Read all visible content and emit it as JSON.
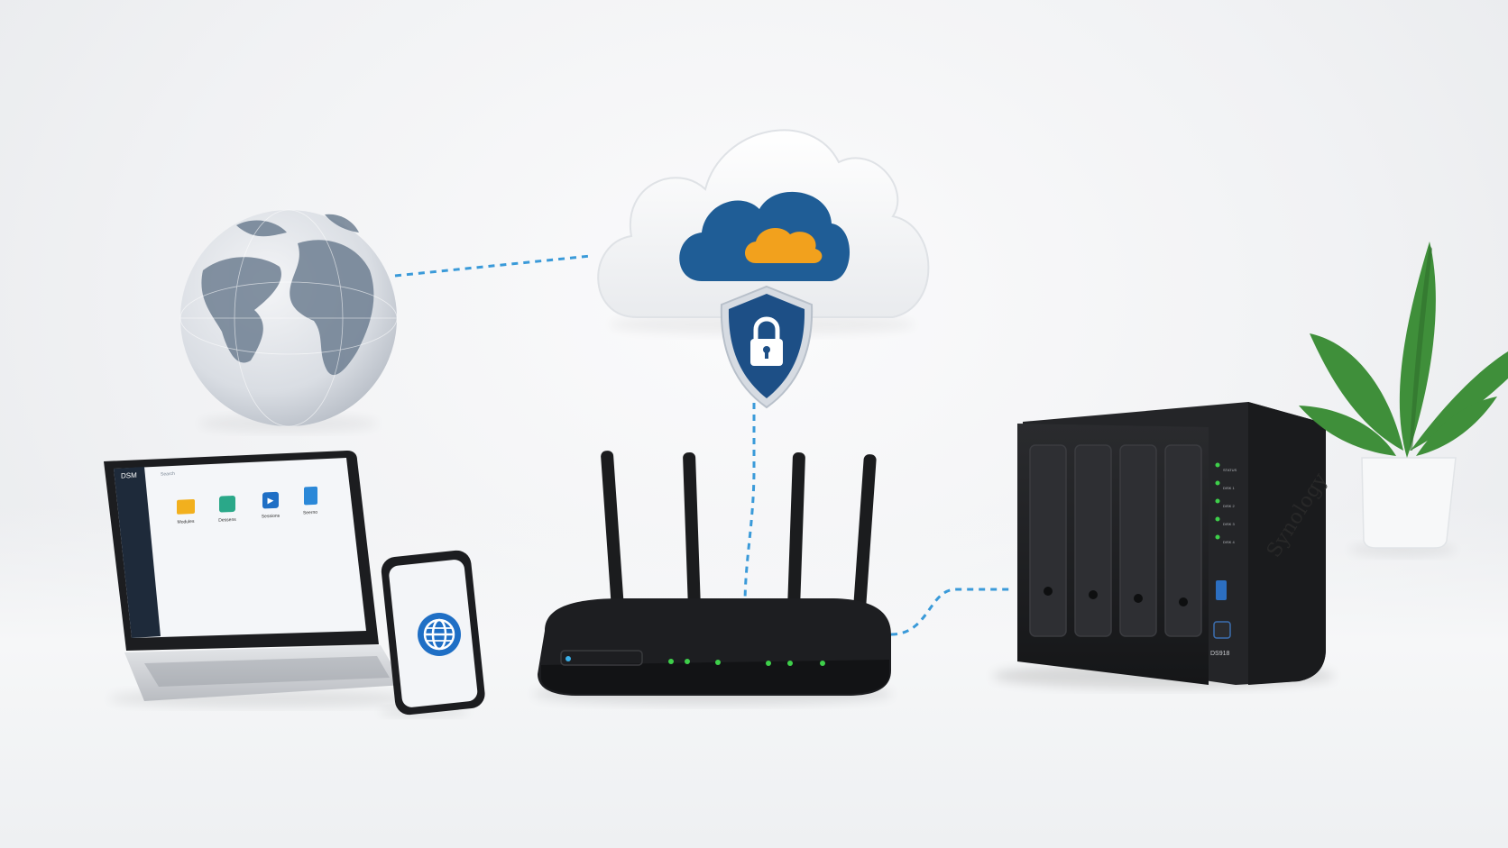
{
  "scene": {
    "description_free": true,
    "colors": {
      "cloud_dark_blue": "#1f5d96",
      "cloud_orange": "#f2a11d",
      "shield_blue": "#1d4f86",
      "dashed_link": "#3a9ad9",
      "device_black": "#1b1c1e",
      "status_green": "#3ecf4a",
      "plant_green": "#3f8f3a"
    },
    "icons": [
      "globe-icon",
      "cloud-icon",
      "lock-icon",
      "shield-icon",
      "folder-icon",
      "photo-icon",
      "video-icon",
      "document-icon",
      "web-globe-icon"
    ]
  },
  "laptop": {
    "app_title": "DSM",
    "search_placeholder": "Search",
    "apps": [
      {
        "label": "Modules"
      },
      {
        "label": "Dessens"
      },
      {
        "label": "Sessions"
      },
      {
        "label": "Seerno"
      }
    ]
  },
  "nas": {
    "brand": "Synology",
    "model_label": "DS918",
    "status_labels": [
      "STATUS",
      "DISK 1",
      "DISK 2",
      "DISK 3",
      "DISK 4"
    ]
  }
}
